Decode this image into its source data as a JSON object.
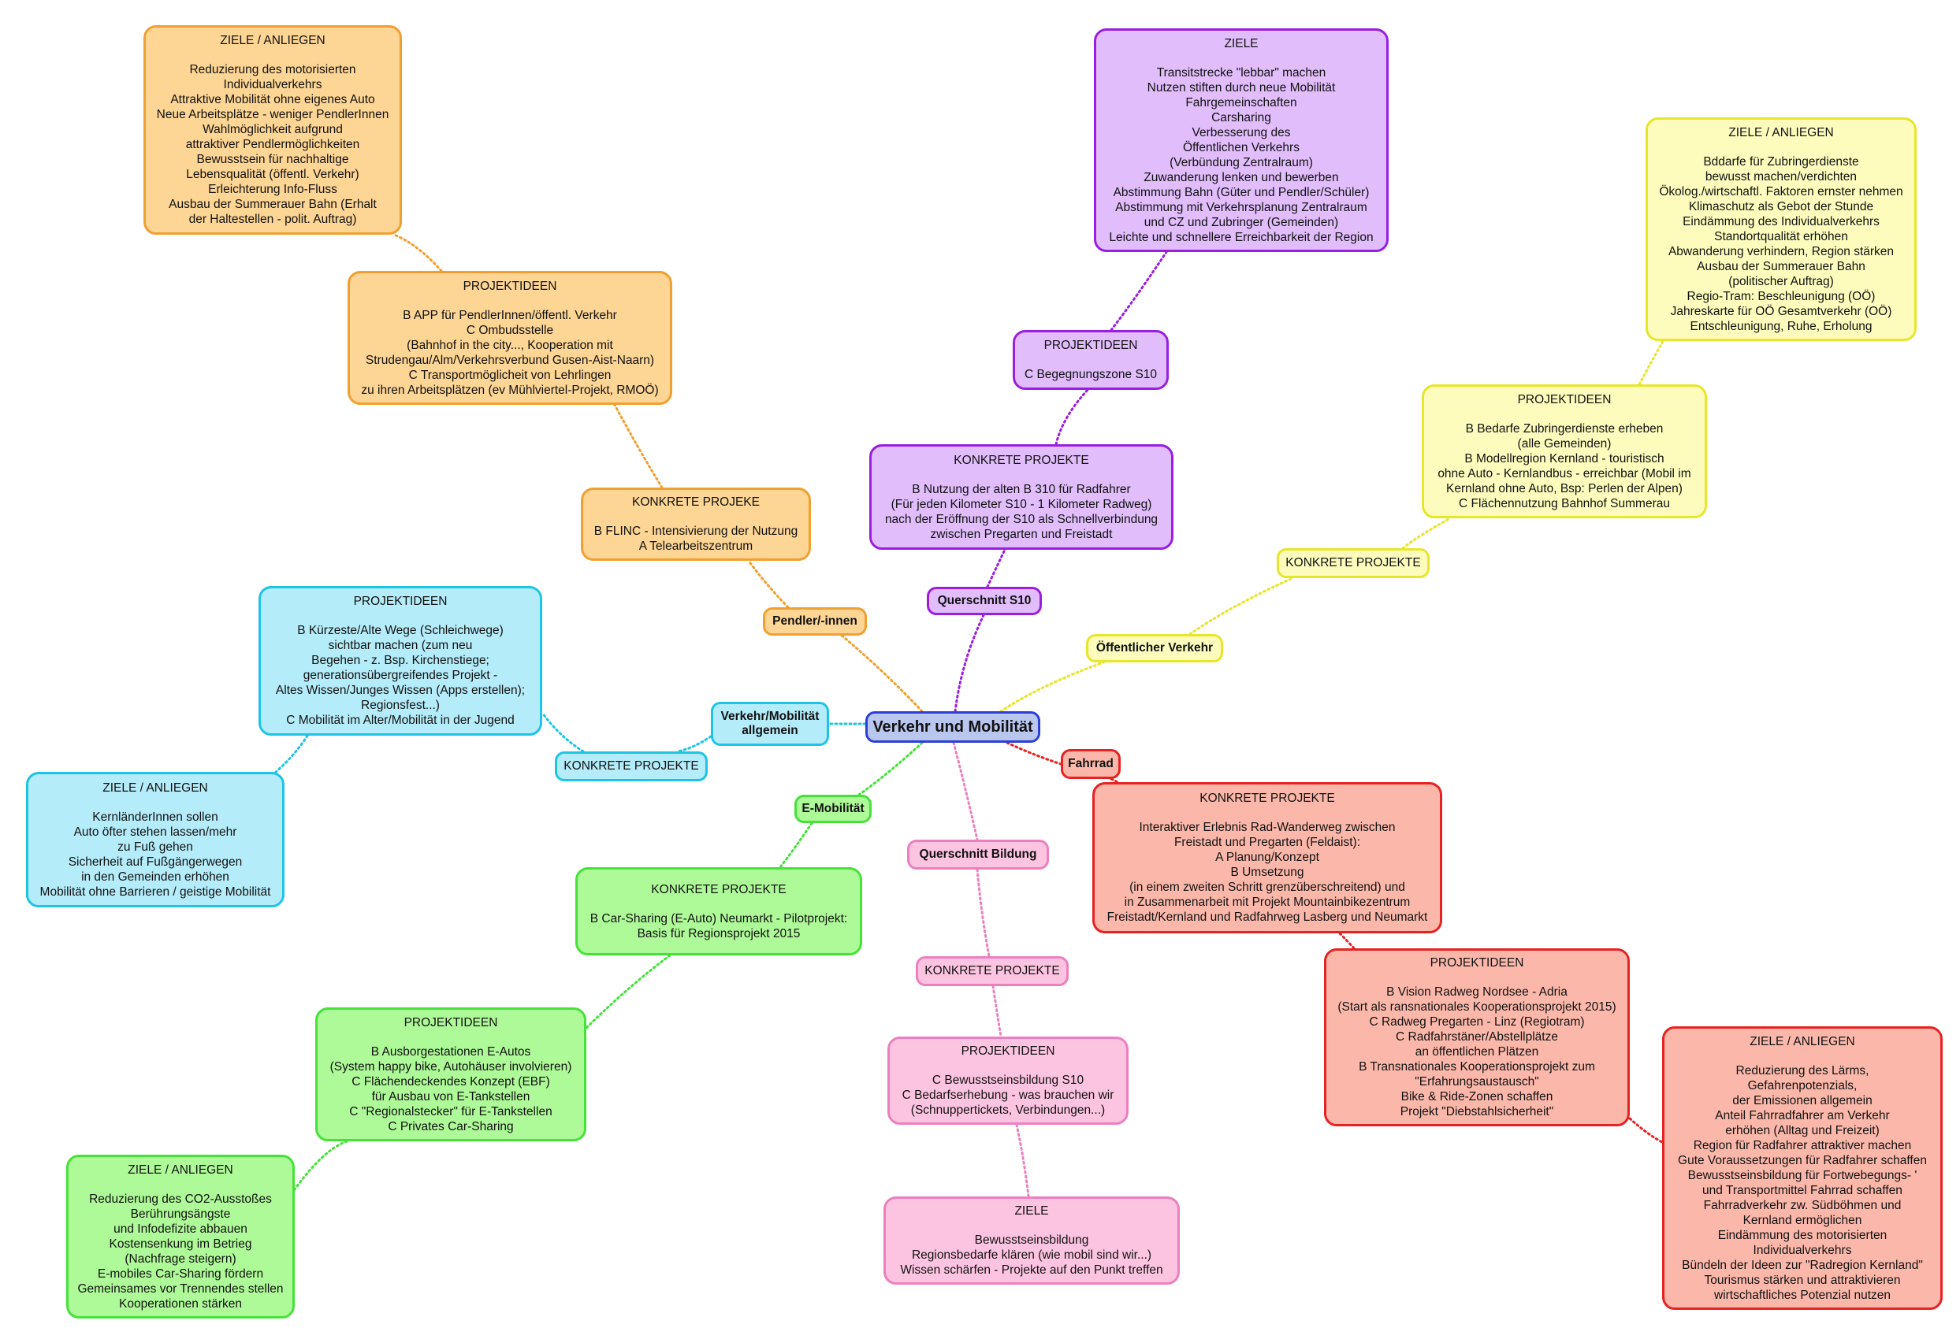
{
  "center": {
    "label": "Verkehr und Mobilität"
  },
  "colors": {
    "orange": "#f0a030",
    "purple": "#9a1ee0",
    "yellow": "#e6e62a",
    "cyan": "#1ec4e6",
    "green": "#46e23a",
    "pink": "#ec7fbe",
    "red": "#e62222",
    "center": "#2b3fd6"
  },
  "branches": {
    "pendler": {
      "label": "Pendler/-innen",
      "konkrete": {
        "title": "KONKRETE PROJEKE",
        "lines": [
          "B FLINC - Intensivierung der Nutzung",
          "A Telearbeitszentrum"
        ]
      },
      "projektideen": {
        "title": "PROJEKTIDEEN",
        "lines": [
          "B APP für PendlerInnen/öffentl. Verkehr",
          "C Ombudsstelle",
          "(Bahnhof in the city..., Kooperation mit",
          "Strudengau/Alm/Verkehrsverbund Gusen-Aist-Naarn)",
          "C Transportmöglicheit von Lehrlingen",
          "zu ihren Arbeitsplätzen (ev Mühlviertel-Projekt, RMOÖ)"
        ]
      },
      "ziele": {
        "title": "ZIELE / ANLIEGEN",
        "lines": [
          "Reduzierung des motorisierten",
          "Individualverkehrs",
          "Attraktive Mobilität ohne eigenes Auto",
          "Neue Arbeitsplätze - weniger PendlerInnen",
          "Wahlmöglichkeit aufgrund",
          "attraktiver Pendlermöglichkeiten",
          "Bewusstsein für nachhaltige",
          "Lebensqualität (öffentl. Verkehr)",
          "Erleichterung Info-Fluss",
          "Ausbau der Summerauer Bahn (Erhalt",
          "der Haltestellen - polit. Auftrag)"
        ]
      }
    },
    "s10": {
      "label": "Querschnitt S10",
      "konkrete": {
        "title": "KONKRETE PROJEKTE",
        "lines": [
          "B Nutzung der alten B 310 für Radfahrer",
          "(Für jeden Kilometer S10 - 1 Kilometer Radweg)",
          "nach der Eröffnung der S10 als Schnellverbindung",
          "zwischen Pregarten und Freistadt"
        ]
      },
      "projektideen": {
        "title": "PROJEKTIDEEN",
        "lines": [
          "C Begegnungszone S10"
        ]
      },
      "ziele": {
        "title": "ZIELE",
        "lines": [
          "Transitstrecke \"lebbar\" machen",
          "Nutzen stiften durch neue Mobilität",
          "Fahrgemeinschaften",
          "Carsharing",
          "Verbesserung des",
          "Öffentlichen Verkehrs",
          "(Verbündung Zentralraum)",
          "Zuwanderung lenken und bewerben",
          "Abstimmung Bahn (Güter und Pendler/Schüler)",
          "Abstimmung mit Verkehrsplanung Zentralraum",
          "und CZ und Zubringer (Gemeinden)",
          "Leichte und schnellere Erreichbarkeit der Region"
        ]
      }
    },
    "oev": {
      "label": "Öffentlicher Verkehr",
      "konkrete": {
        "title": "KONKRETE PROJEKTE"
      },
      "projektideen": {
        "title": "PROJEKTIDEEN",
        "lines": [
          "B Bedarfe Zubringerdienste erheben",
          "(alle Gemeinden)",
          "B Modellregion Kernland - touristisch",
          "ohne Auto - Kernlandbus - erreichbar (Mobil im",
          "Kernland ohne Auto, Bsp: Perlen der Alpen)",
          "C Flächennutzung Bahnhof Summerau"
        ]
      },
      "ziele": {
        "title": "ZIELE / ANLIEGEN",
        "lines": [
          "Bddarfe für Zubringerdienste",
          "bewusst machen/verdichten",
          "Ökolog./wirtschaftl. Faktoren ernster nehmen",
          "Klimaschutz als Gebot der Stunde",
          "Eindämmung des Individualverkehrs",
          "Standortqualität erhöhen",
          "Abwanderung verhindern, Region stärken",
          "Ausbau der Summerauer Bahn",
          "(politischer Auftrag)",
          "Regio-Tram: Beschleunigung (OÖ)",
          "Jahreskarte für OÖ Gesamtverkehr (OÖ)",
          "Entschleunigung, Ruhe, Erholung"
        ]
      }
    },
    "allgemein": {
      "label_line1": "Verkehr/Mobilität",
      "label_line2": "allgemein",
      "konkrete": {
        "title": "KONKRETE PROJEKTE"
      },
      "projektideen": {
        "title": "PROJEKTIDEEN",
        "lines": [
          "B Kürzeste/Alte Wege (Schleichwege)",
          "sichtbar machen (zum neu",
          "Begehen - z. Bsp. Kirchenstiege;",
          "generationsübergreifendes Projekt -",
          "Altes Wissen/Junges Wissen (Apps erstellen);",
          "Regionsfest...)",
          "C Mobilität im Alter/Mobilität in der Jugend"
        ]
      },
      "ziele": {
        "title": "ZIELE / ANLIEGEN",
        "lines": [
          "KernländerInnen sollen",
          "Auto öfter stehen lassen/mehr",
          "zu Fuß gehen",
          "Sicherheit auf Fußgängerwegen",
          "in den Gemeinden erhöhen",
          "Mobilität ohne Barrieren / geistige Mobilität"
        ]
      }
    },
    "emob": {
      "label": "E-Mobilität",
      "konkrete": {
        "title": "KONKRETE PROJEKTE",
        "lines": [
          "B Car-Sharing (E-Auto) Neumarkt - Pilotprojekt:",
          "Basis für Regionsprojekt 2015"
        ]
      },
      "projektideen": {
        "title": "PROJEKTIDEEN",
        "lines": [
          "B Ausborgestationen E-Autos",
          "(System happy bike, Autohäuser involvieren)",
          "C Flächendeckendes Konzept (EBF)",
          "für Ausbau von E-Tankstellen",
          "C \"Regionalstecker\" für E-Tankstellen",
          "C Privates Car-Sharing"
        ]
      },
      "ziele": {
        "title": "ZIELE / ANLIEGEN",
        "lines": [
          "Reduzierung des CO2-Ausstoßes",
          "Berührungsängste",
          "und Infodefizite abbauen",
          "Kostensenkung im Betrieg",
          "(Nachfrage steigern)",
          "E-mobiles Car-Sharing fördern",
          "Gemeinsames vor Trennendes stellen",
          "Kooperationen stärken"
        ]
      }
    },
    "bildung": {
      "label": "Querschnitt Bildung",
      "konkrete": {
        "title": "KONKRETE PROJEKTE"
      },
      "projektideen": {
        "title": "PROJEKTIDEEN",
        "lines": [
          "C Bewusstseinsbildung S10",
          "C Bedarfserhebung - was brauchen wir",
          "(Schnuppertickets, Verbindungen...)"
        ]
      },
      "ziele": {
        "title": "ZIELE",
        "lines": [
          "Bewusstseinsbildung",
          "Regionsbedarfe klären (wie mobil sind wir...)",
          "Wissen schärfen - Projekte auf den Punkt treffen"
        ]
      }
    },
    "fahrrad": {
      "label": "Fahrrad",
      "konkrete": {
        "title": "KONKRETE PROJEKTE",
        "lines": [
          "Interaktiver Erlebnis Rad-Wanderweg zwischen",
          "Freistadt und Pregarten (Feldaist):",
          "A Planung/Konzept",
          "B Umsetzung",
          "(in einem zweiten Schritt grenzüberschreitend) und",
          "in Zusammenarbeit mit Projekt Mountainbikezentrum",
          "Freistadt/Kernland und Radfahrweg Lasberg und Neumarkt"
        ]
      },
      "projektideen": {
        "title": "PROJEKTIDEEN",
        "lines": [
          "B Vision Radweg Nordsee - Adria",
          "(Start als ransnationales Kooperationsprojekt 2015)",
          "C Radweg Pregarten - Linz (Regiotram)",
          "C Radfahrstäner/Abstellplätze",
          "an öffentlichen Plätzen",
          "B Transnationales Kooperationsprojekt zum",
          "\"Erfahrungsaustausch\"",
          "Bike & Ride-Zonen schaffen",
          "Projekt \"Diebstahlsicherheit\""
        ]
      },
      "ziele": {
        "title": "ZIELE / ANLIEGEN",
        "lines": [
          "Reduzierung des Lärms,",
          "Gefahrenpotenzials,",
          "der Emissionen allgemein",
          "Anteil Fahrradfahrer am Verkehr",
          "erhöhen (Alltag und Freizeit)",
          "Region für Radfahrer attraktiver machen",
          "Gute Voraussetzungen für Radfahrer schaffen",
          "Bewusstseinsbildung für Fortwebegungs- '",
          "und Transportmittel Fahrrad schaffen",
          "Fahrradverkehr zw. Südböhmen und",
          "Kernland ermöglichen",
          "Eindämmung des motorisierten",
          "Individualverkehrs",
          "Bündeln der Ideen zur \"Radregion Kernland\"",
          "Tourismus stärken und attraktivieren",
          "wirtschaftliches Potenzial nutzen"
        ]
      }
    }
  }
}
